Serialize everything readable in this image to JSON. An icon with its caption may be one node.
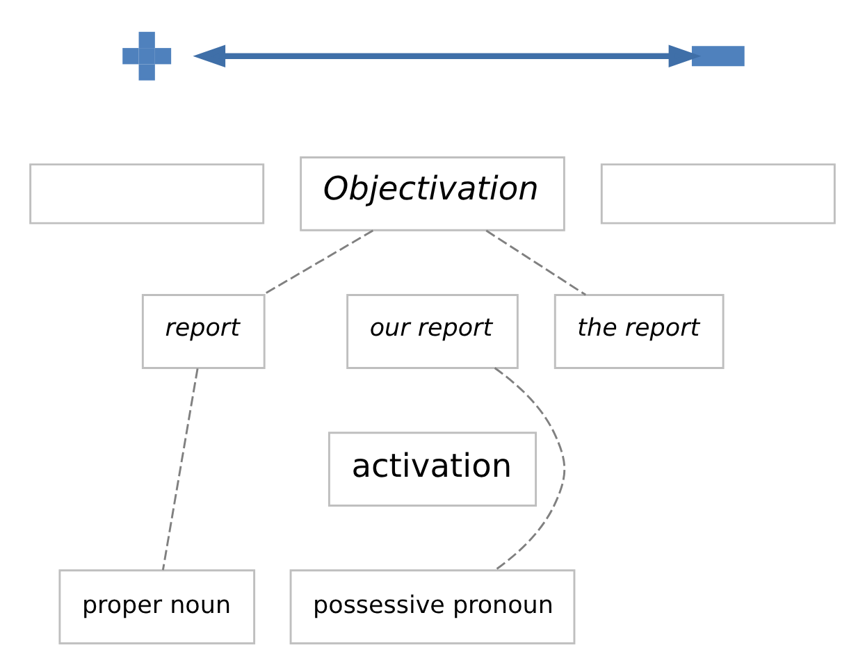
{
  "diagram": {
    "nodes": [
      {
        "text": [],
        "shape": "plus"
      },
      {
        "text": [],
        "shape": "minus"
      },
      {
        "text": [],
        "shape": "box"
      },
      {
        "text": [
          "Objectivation"
        ]
      },
      {
        "text": [],
        "shape": "box"
      },
      {
        "text": [
          "report"
        ]
      },
      {
        "text": [
          "our report"
        ]
      },
      {
        "text": [
          "the report"
        ]
      },
      {
        "text": [
          "activation"
        ]
      },
      {
        "text": [
          "proper noun"
        ]
      },
      {
        "text": [
          "possessive pronoun"
        ]
      }
    ],
    "edges": [
      {
        "from": 0,
        "to": 1,
        "arrow": "both",
        "style": "thick",
        "color": "#3f6fa8"
      },
      {
        "from": 3,
        "to": 5,
        "arrow": "none",
        "style": "dashed"
      },
      {
        "from": 3,
        "to": 7,
        "arrow": "none",
        "style": "dashed"
      },
      {
        "from": 5,
        "to": 9,
        "arrow": "none",
        "style": "dashed"
      },
      {
        "from": 6,
        "to": 10,
        "arrow": "none",
        "style": "dashed"
      }
    ]
  }
}
